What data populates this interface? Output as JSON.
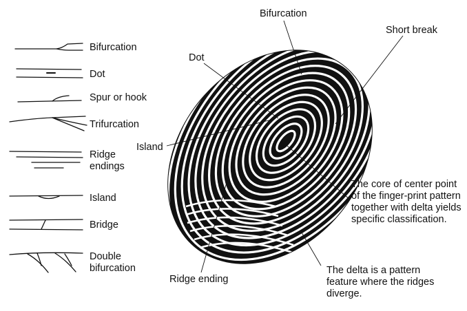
{
  "legend": [
    {
      "label": "Bifurcation"
    },
    {
      "label": "Dot"
    },
    {
      "label": "Spur or hook"
    },
    {
      "label": "Trifurcation"
    },
    {
      "label": "Ridge endings"
    },
    {
      "label": "Island"
    },
    {
      "label": "Bridge"
    },
    {
      "label": "Double bifurcation"
    }
  ],
  "callouts": {
    "bifurcation": "Bifurcation",
    "short_break": "Short break",
    "dot": "Dot",
    "island": "Island",
    "core": "The core of center point of the finger-print pattern together with delta yields specific classification.",
    "ridge_ending": "Ridge ending",
    "delta": "The delta is a pattern feature where the ridges diverge."
  },
  "colors": {
    "ink": "#111111",
    "background": "#ffffff"
  }
}
